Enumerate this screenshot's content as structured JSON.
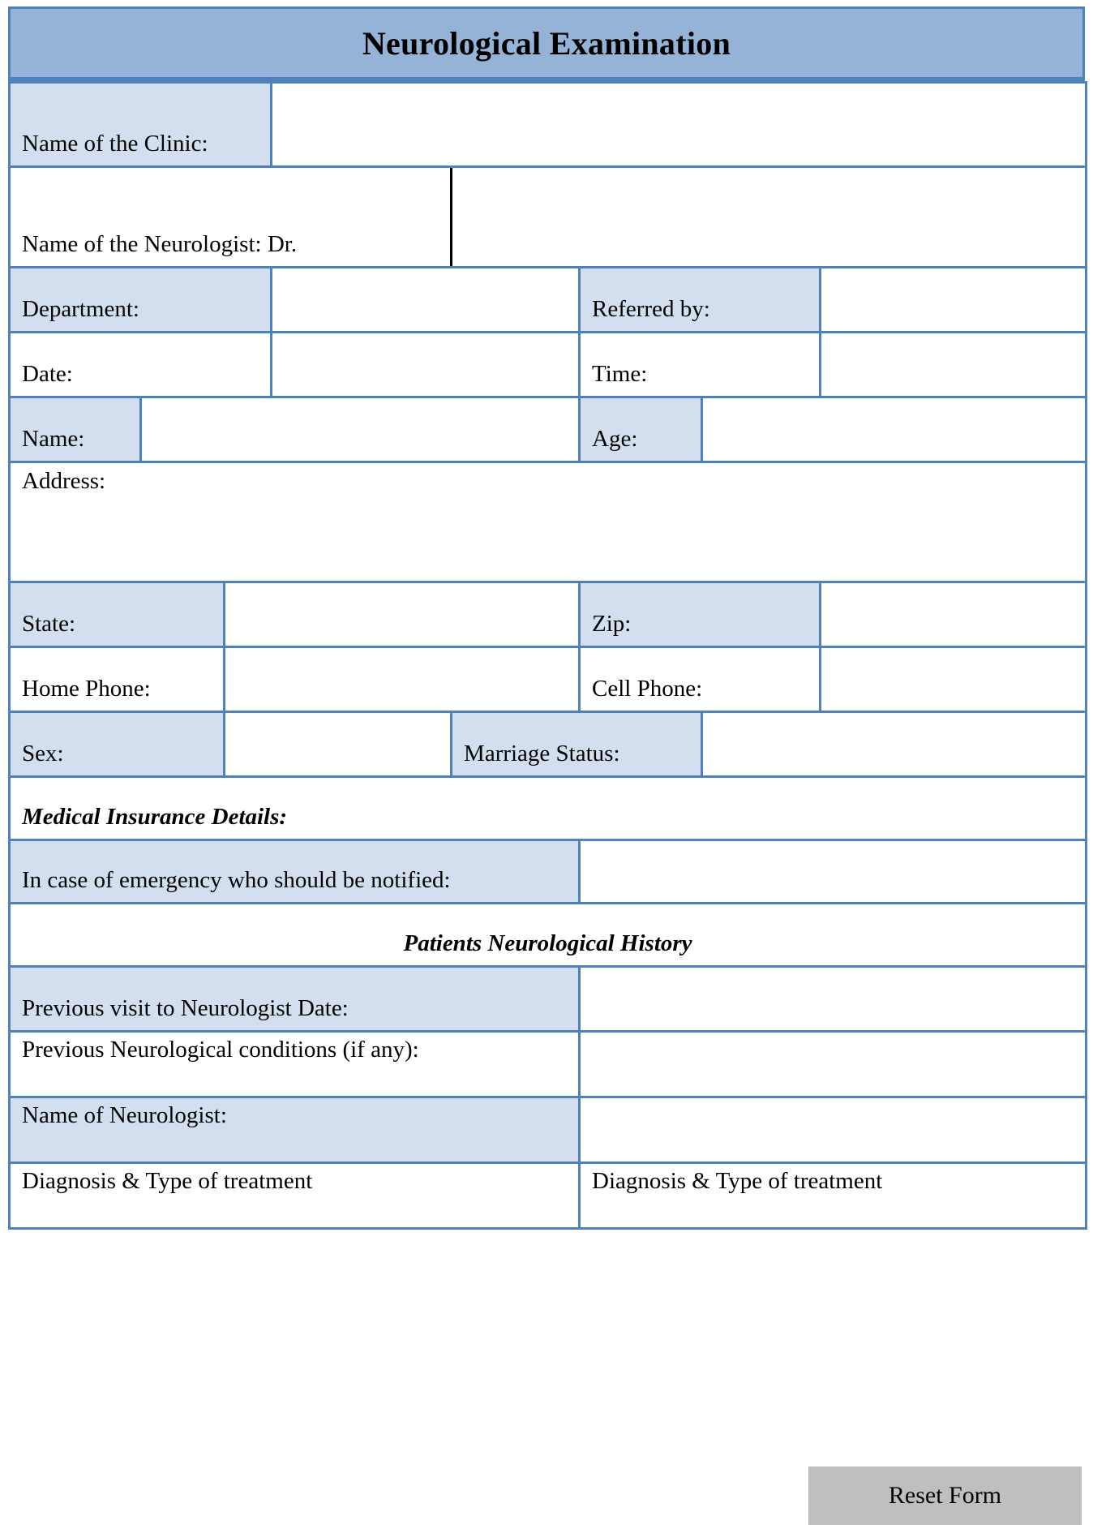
{
  "header": {
    "title": "Neurological Examination"
  },
  "clinic": {
    "name_label": "Name of the Clinic:",
    "neurologist_label": "Name of the Neurologist:  Dr.",
    "department_label": "Department:",
    "referred_by_label": "Referred by:",
    "date_label": "Date:",
    "time_label": "Time:"
  },
  "patient": {
    "name_label": "Name:",
    "age_label": "Age:",
    "address_label": "Address:",
    "state_label": "State:",
    "zip_label": "Zip:",
    "home_phone_label": "Home Phone:",
    "cell_phone_label": "Cell Phone:",
    "sex_label": "Sex:",
    "marriage_status_label": "Marriage Status:"
  },
  "insurance": {
    "section_label": "Medical Insurance Details:",
    "emergency_label": "In case of emergency who should be notified:"
  },
  "history": {
    "section_title": "Patients Neurological History",
    "previous_visit_label": "Previous visit to Neurologist Date:",
    "previous_conditions_label": "Previous Neurological conditions (if any):",
    "neurologist_name_label": "Name of Neurologist:",
    "diagnosis_left_label": "Diagnosis & Type of treatment",
    "diagnosis_right_label": "Diagnosis & Type of treatment"
  },
  "actions": {
    "reset_label": "Reset Form"
  },
  "colors": {
    "banner_blue": "#95B3D7",
    "border_blue": "#4F81BD",
    "cell_fill_blue": "#D3DFEF",
    "button_gray": "#BFBFBF"
  }
}
